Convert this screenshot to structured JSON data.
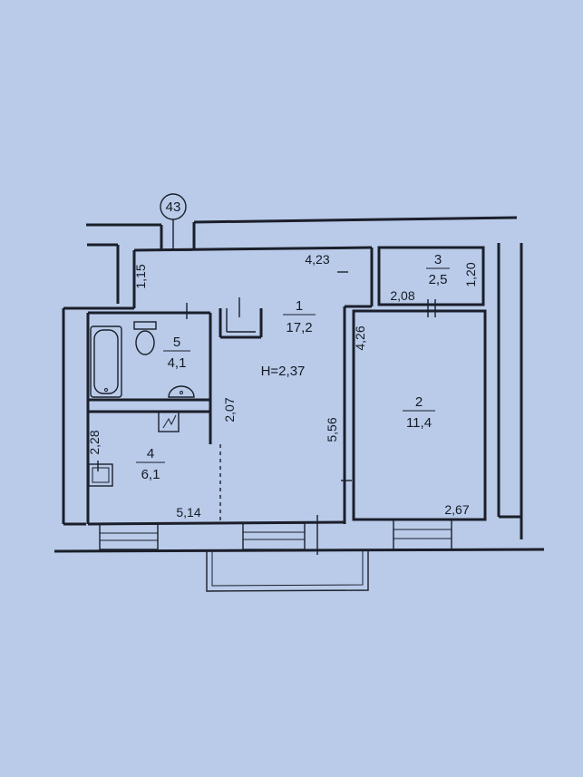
{
  "plan": {
    "axis_marker": "43",
    "height_label": "H=2,37",
    "rooms": [
      {
        "number": "1",
        "area": "17,2"
      },
      {
        "number": "2",
        "area": "11,4"
      },
      {
        "number": "3",
        "area": "2,5"
      },
      {
        "number": "4",
        "area": "6,1"
      },
      {
        "number": "5",
        "area": "4,1"
      }
    ],
    "dimensions": {
      "top_width": "4,23",
      "left_height": "1,15",
      "room3_height": "1,20",
      "room3_width": "2,08",
      "room2_side": "4,26",
      "room1_depth": "5,56",
      "door_width": "2,07",
      "kitchen_side": "2,28",
      "kitchen_width": "5,14",
      "room2_width": "2,67"
    },
    "colors": {
      "paper": "#b9cbe9",
      "ink": "#1b1f2a"
    }
  }
}
